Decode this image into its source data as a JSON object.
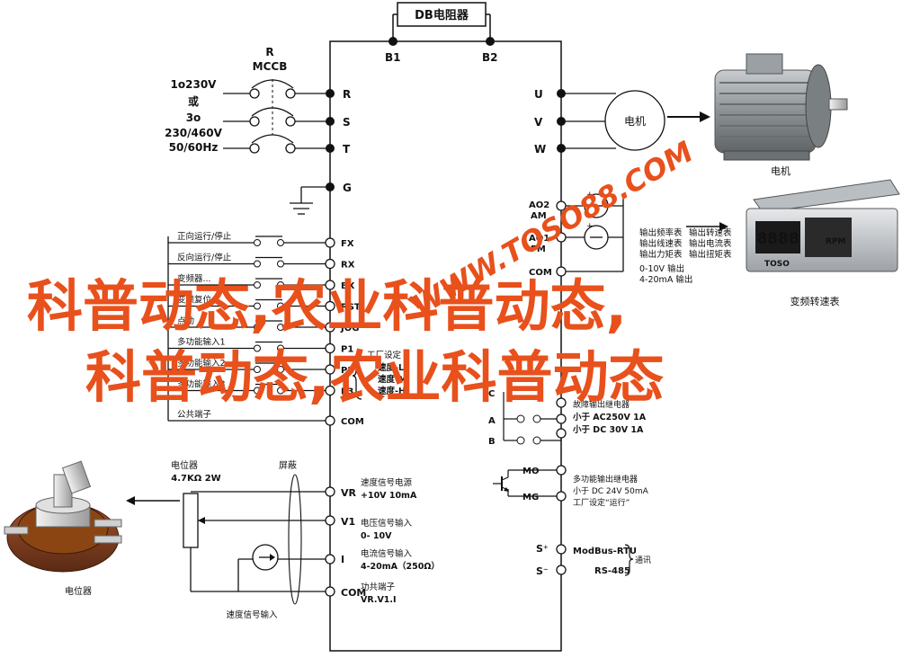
{
  "diagram": {
    "db_resistor": "DB电阻器",
    "b1": "B1",
    "b2": "B2",
    "mccb_r": "R",
    "mccb_name": "MCCB",
    "supply": [
      "1o230V",
      "或",
      "3o",
      "230/460V",
      "50/60Hz"
    ],
    "input_terminals": [
      "R",
      "S",
      "T"
    ],
    "ground": "G",
    "output_terminals": [
      "U",
      "V",
      "W"
    ],
    "motor_symbol": "电机",
    "motor_caption": "电机",
    "ao1_label": [
      "AO2",
      "AM"
    ],
    "ao2_label": [
      "AO1",
      "FM"
    ],
    "com_right": "COM",
    "plus": "+",
    "output_options_col1": [
      "输出频率表",
      "输出线速表",
      "输出力矩表"
    ],
    "output_options_col2": [
      "输出转速表",
      "输出电流表",
      "输出扭矩表"
    ],
    "output_range": [
      "0-10V 输出",
      "4-20mA 输出"
    ],
    "meter_brand": "TOSO",
    "meter_digits": "8888",
    "meter_unit": "RPM",
    "meter_caption": "变频转速表",
    "left_inputs": [
      {
        "label": "正向运行/停止",
        "terminal": "FX"
      },
      {
        "label": "反向运行/停止",
        "terminal": "RX"
      },
      {
        "label": "变频器...",
        "terminal": "BX"
      },
      {
        "label": "变频复位",
        "terminal": "RST"
      },
      {
        "label": "点动",
        "terminal": "JOG"
      },
      {
        "label": "多功能输入1",
        "terminal": "P1"
      },
      {
        "label": "多功能输入2",
        "terminal": "P2"
      },
      {
        "label": "多功能输入3",
        "terminal": "P3"
      },
      {
        "label": "公共端子",
        "terminal": "COM"
      }
    ],
    "multi_speed": [
      "工厂设定",
      "速度-L",
      "速度-M",
      "速度-H"
    ],
    "relay_terminals": [
      "A",
      "C",
      "B"
    ],
    "relay_desc": [
      "故障输出继电器",
      "小于 AC250V 1A",
      "小于 DC 30V 1A"
    ],
    "mo_terminals": [
      "MO",
      "MG"
    ],
    "mo_desc": [
      "多功能输出继电器",
      "小于 DC 24V 50mA",
      "工厂设定“运行”"
    ],
    "modbus_terminals": [
      "S⁺",
      "S⁻"
    ],
    "modbus_desc": [
      "ModBus-RTU",
      "RS-485"
    ],
    "modbus_comm": "通讯",
    "pot_label": [
      "电位器",
      "4.7KΩ   2W"
    ],
    "shield": "屏蔽",
    "analog": [
      {
        "terminal": "VR",
        "desc": [
          "速度信号电源",
          "+10V 10mA"
        ]
      },
      {
        "terminal": "V1",
        "desc": [
          "电压信号输入",
          "0- 10V"
        ]
      },
      {
        "terminal": "I",
        "desc": [
          "电流信号输入",
          "4-20mA（250Ω）"
        ]
      },
      {
        "terminal": "COM",
        "desc": [
          "功共端子",
          "VR.V1.I"
        ]
      }
    ],
    "speed_input": "速度信号输入",
    "pot_caption": "电位器"
  },
  "watermark": {
    "url": "WWW.TOSO88.COM",
    "line1": "科普动态,农业科普动态,",
    "line2": "科普动态,农业科普动态"
  },
  "colors": {
    "line": "#111111",
    "watermark": "#e8501c",
    "motor_body": "#8a8f92",
    "meter_body": "#cfd3d6",
    "display": "#1a1a1a"
  }
}
